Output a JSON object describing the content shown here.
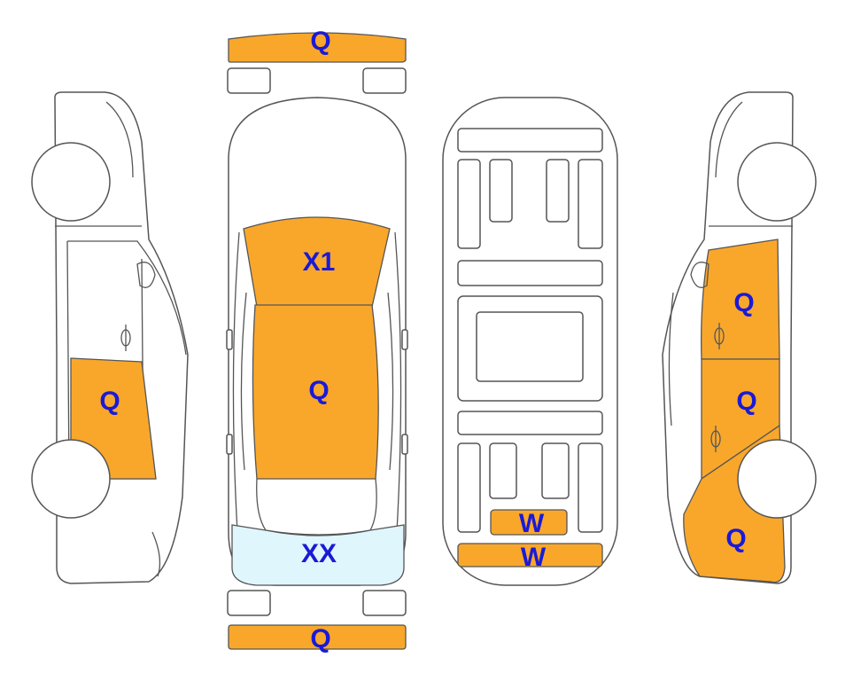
{
  "colors": {
    "damage_q": "#f9a72b",
    "glass_xx": "#e0f6fd",
    "label": "#1a1ad6",
    "outline": "#555555"
  },
  "labels": {
    "front_bumper": "Q",
    "rear_bumper": "Q",
    "windshield": "X1",
    "roof": "Q",
    "rear_window": "XX",
    "left_rear_door": "Q",
    "right_front_door": "Q",
    "right_rear_door": "Q",
    "right_rear_quarter": "Q",
    "underbody_upper": "W",
    "underbody_lower": "W"
  }
}
